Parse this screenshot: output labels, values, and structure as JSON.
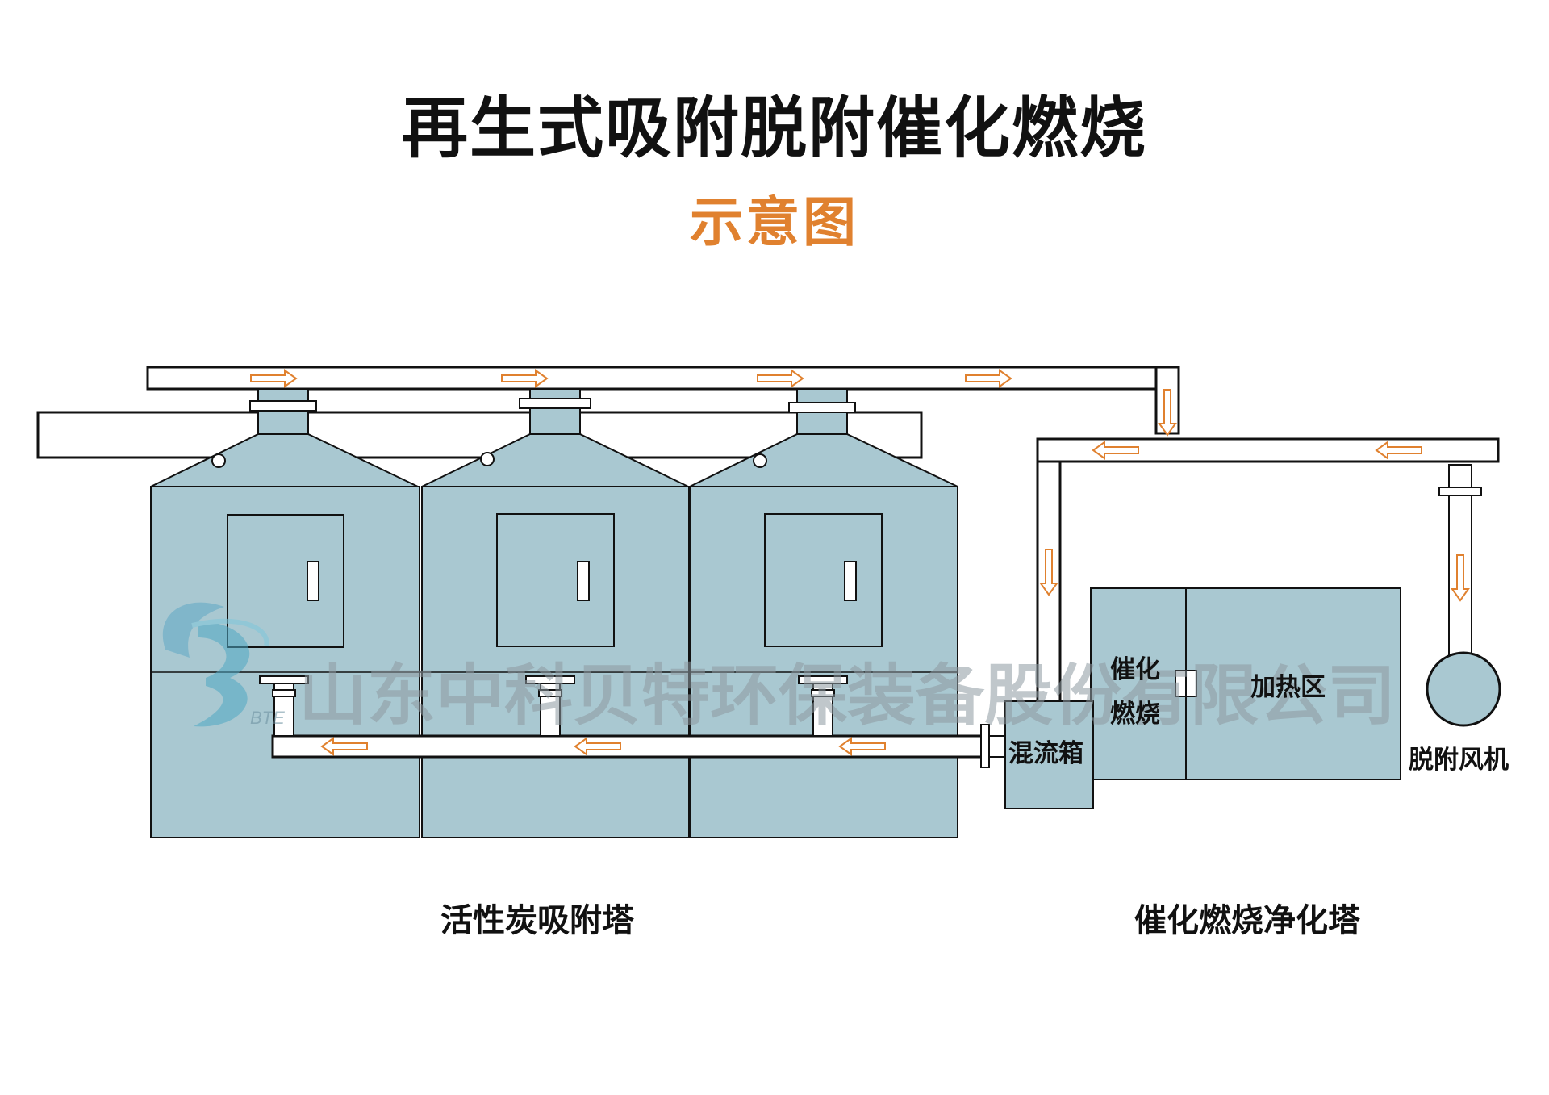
{
  "title": "再生式吸附脱附催化燃烧",
  "subtitle": "示意图",
  "labels": {
    "adsorption_tower": "活性炭吸附塔",
    "catalytic_tower": "催化燃烧净化塔",
    "mixing_box": "混流箱",
    "catalytic_combustion_line1": "催化",
    "catalytic_combustion_line2": "燃烧",
    "heating_zone": "加热区",
    "desorption_fan": "脱附风机"
  },
  "watermark": {
    "company": "山东中科贝特环保装备股份有限公司",
    "logo_text": "BTE"
  },
  "colors": {
    "tank_fill": "#a9c8d1",
    "outline": "#111111",
    "arrow": "#e0812f",
    "subtitle": "#e0812f",
    "watermark": "#8e9aa1"
  }
}
